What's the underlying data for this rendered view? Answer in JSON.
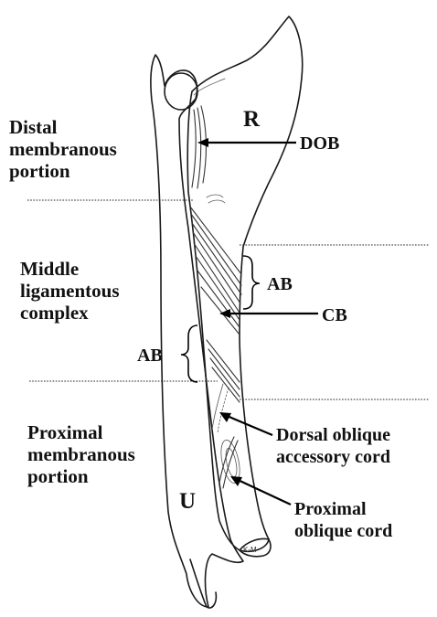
{
  "labels": {
    "distal_region": [
      "Distal",
      "membranous",
      "portion"
    ],
    "middle_region": [
      "Middle",
      "ligamentous",
      "complex"
    ],
    "proximal_region": [
      "Proximal",
      "membranous",
      "portion"
    ],
    "radius": "R",
    "ulna": "U",
    "dob": "DOB",
    "ab_right": "AB",
    "ab_left": "AB",
    "cb": "CB",
    "dorsal_oblique_accessory_cord": [
      "Dorsal oblique",
      "accessory cord"
    ],
    "proximal_oblique_cord": [
      "Proximal",
      "oblique cord"
    ],
    "artist_signature": "K-M"
  },
  "colors": {
    "line": "#111111",
    "background": "#ffffff"
  }
}
